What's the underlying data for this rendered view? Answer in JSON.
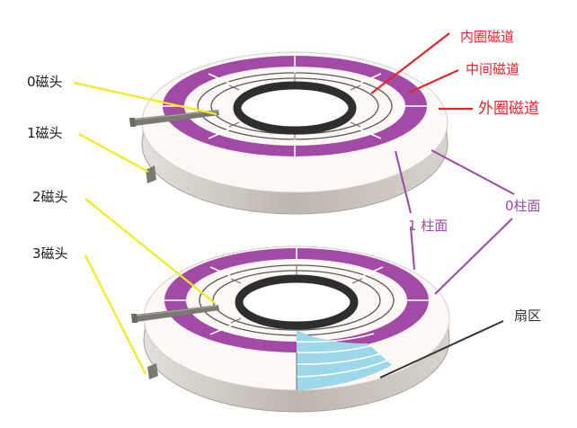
{
  "labels": {
    "head0": "0磁头",
    "head1": "1磁头",
    "head2": "2磁头",
    "head3": "3磁头",
    "inner_track": "内圈磁道",
    "middle_track": "中间磁道",
    "outer_track": "外圈磁道",
    "cylinder1": "1 柱面",
    "cylinder0": "0柱面",
    "sector": "扇区"
  },
  "colors": {
    "outer_track_fill": "#a24aa6",
    "sector_fill": "#9dd8ea",
    "platter_top": "#fbf8f5",
    "platter_side": "#c9c3be",
    "spindle": "#2e2e2e",
    "head_leader": "#f2ea1a",
    "track_leader": "#e0282a",
    "cylinder_leader": "#9a4aa6",
    "sector_leader": "#333333"
  }
}
